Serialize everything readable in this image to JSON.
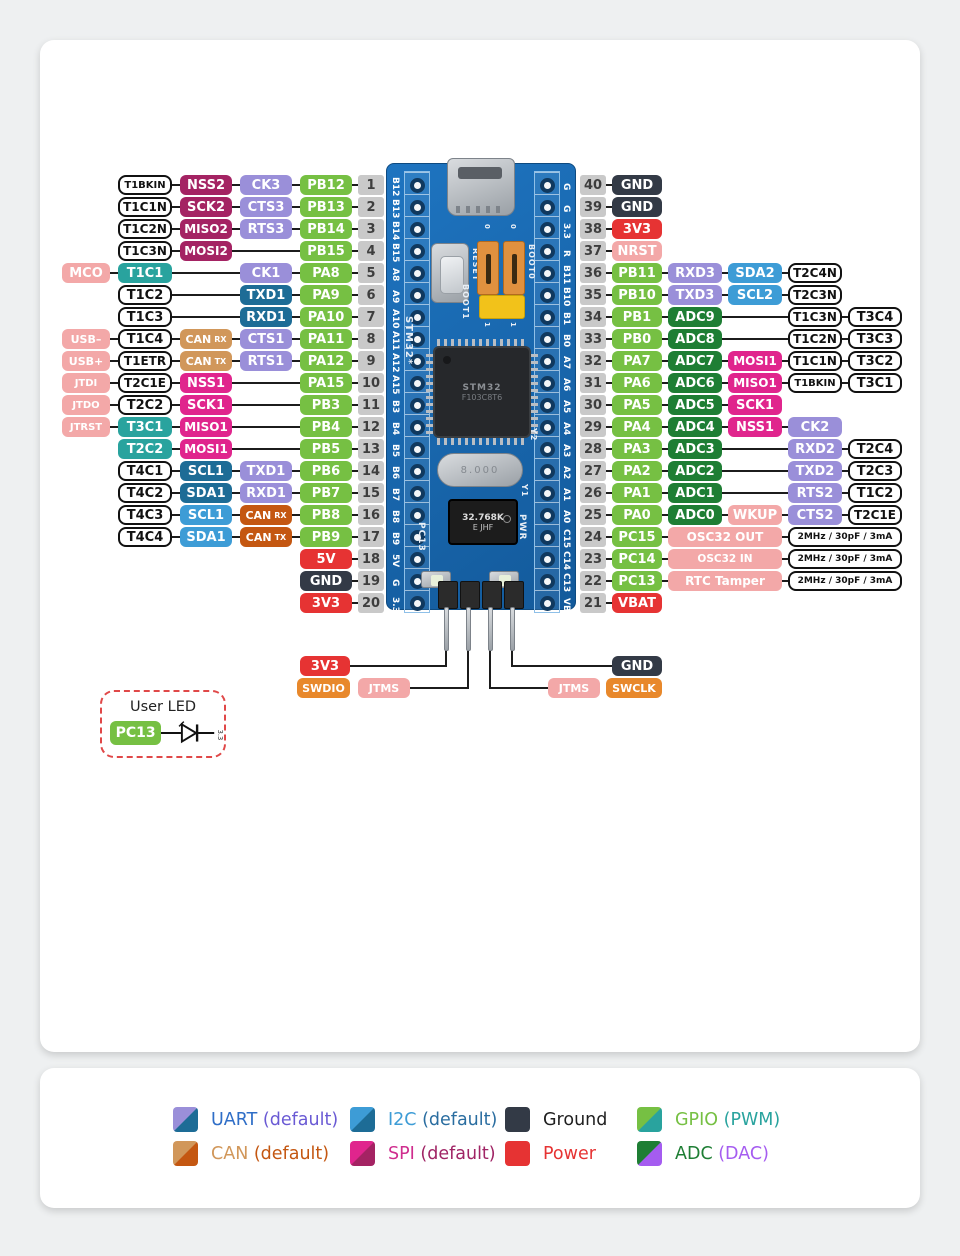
{
  "legend": {
    "items": [
      {
        "label": "UART",
        "suffix": "(default)",
        "sw": [
          "#9a8fd9",
          "#1d6c96"
        ],
        "label_color": "#2f6ec7",
        "suffix_color": "#6a5ad4"
      },
      {
        "label": "I2C",
        "suffix": "(default)",
        "sw": [
          "#3d9cd6",
          "#1d6c96"
        ],
        "label_color": "#3d9cd6",
        "suffix_color": "#2a6da0"
      },
      {
        "label": "Ground",
        "suffix": "",
        "sw": [
          "#333a46",
          "#333a46"
        ],
        "label_color": "#1f1f1f",
        "suffix_color": "#1f1f1f"
      },
      {
        "label": "GPIO",
        "suffix": "(PWM)",
        "sw": [
          "#76c043",
          "#29a39e"
        ],
        "label_color": "#76c043",
        "suffix_color": "#29a39e"
      },
      {
        "label": "CAN",
        "suffix": "(default)",
        "sw": [
          "#d1975a",
          "#c45711"
        ],
        "label_color": "#d1975a",
        "suffix_color": "#c45711"
      },
      {
        "label": "SPI",
        "suffix": "(default)",
        "sw": [
          "#e0258d",
          "#a42363"
        ],
        "label_color": "#cf2d8e",
        "suffix_color": "#a02465"
      },
      {
        "label": "Power",
        "suffix": "",
        "sw": [
          "#e63333",
          "#e63333"
        ],
        "label_color": "#e63333",
        "suffix_color": "#e63333"
      },
      {
        "label": "ADC",
        "suffix": "(DAC)",
        "sw": [
          "#1e7e34",
          "#a55cf0"
        ],
        "label_color": "#1e7e34",
        "suffix_color": "#a55cf0"
      }
    ]
  },
  "user_led": {
    "title": "User LED",
    "pin": "PC13",
    "rail": "3.3"
  },
  "debug_header": {
    "left": {
      "power": "3V3",
      "swd": "SWDIO",
      "jtag": "JTMS"
    },
    "right": {
      "ground": "GND",
      "jtag": "JTMS",
      "swd": "SWCLK"
    }
  },
  "board": {
    "left_pads": [
      "B12",
      "B13",
      "B14",
      "B15",
      "A8",
      "A9",
      "A10",
      "A11",
      "A12",
      "A15",
      "B3",
      "B4",
      "B5",
      "B6",
      "B7",
      "B8",
      "B9",
      "5V",
      "G",
      "3.3"
    ],
    "right_pads": [
      "G",
      "G",
      "3.3",
      "R",
      "B11",
      "B10",
      "B1",
      "B0",
      "A7",
      "A6",
      "A5",
      "A4",
      "A3",
      "A2",
      "A1",
      "A0",
      "C15",
      "C14",
      "C13",
      "VB"
    ],
    "silkscreen": {
      "stm32": "STM32*",
      "reset": "RESET",
      "boot0": "BOOT0",
      "boot1": "BOOT1",
      "zero": "0",
      "one": "1",
      "pc13": "PC13",
      "pwr": "PWR",
      "y1": "Y1",
      "y2": "Y2"
    },
    "mcu": {
      "line1": "STM32",
      "line2": "F103C8T6"
    },
    "crystal_lf": {
      "line1": "32.768K",
      "line2": "E JHF"
    },
    "crystal_hs": "8.000"
  },
  "left_rows": [
    {
      "num": "1",
      "cells": [
        {
          "col": "timer",
          "s": "timer",
          "t": "T1BKIN",
          "fs": 10
        },
        {
          "col": "c2",
          "s": "spi2",
          "t": "NSS2"
        },
        {
          "col": "c3",
          "s": "uart",
          "t": "CK3"
        },
        {
          "col": "port",
          "s": "gpio",
          "t": "PB12"
        }
      ]
    },
    {
      "num": "2",
      "cells": [
        {
          "col": "timer",
          "s": "timer",
          "t": "T1C1N"
        },
        {
          "col": "c2",
          "s": "spi2",
          "t": "SCK2"
        },
        {
          "col": "c3",
          "s": "uart",
          "t": "CTS3"
        },
        {
          "col": "port",
          "s": "gpio",
          "t": "PB13"
        }
      ]
    },
    {
      "num": "3",
      "cells": [
        {
          "col": "timer",
          "s": "timer",
          "t": "T1C2N"
        },
        {
          "col": "c2",
          "s": "spi2",
          "t": "MISO2"
        },
        {
          "col": "c3",
          "s": "uart",
          "t": "RTS3"
        },
        {
          "col": "port",
          "s": "gpio",
          "t": "PB14"
        }
      ]
    },
    {
      "num": "4",
      "cells": [
        {
          "col": "timer",
          "s": "timer",
          "t": "T1C3N"
        },
        {
          "col": "c2",
          "s": "spi2",
          "t": "MOSI2"
        },
        {
          "col": "port",
          "s": "gpio",
          "t": "PB15"
        }
      ]
    },
    {
      "num": "5",
      "cells": [
        {
          "col": "outer",
          "s": "misc",
          "t": "MCO"
        },
        {
          "col": "timer",
          "s": "teal",
          "t": "T1C1"
        },
        {
          "col": "c3",
          "s": "uart",
          "t": "CK1"
        },
        {
          "col": "port",
          "s": "gpio",
          "t": "PA8"
        }
      ]
    },
    {
      "num": "6",
      "cells": [
        {
          "col": "timer",
          "s": "timer",
          "t": "T1C2"
        },
        {
          "col": "c3",
          "s": "dblue",
          "t": "TXD1"
        },
        {
          "col": "port",
          "s": "gpio",
          "t": "PA9"
        }
      ]
    },
    {
      "num": "7",
      "cells": [
        {
          "col": "timer",
          "s": "timer",
          "t": "T1C3"
        },
        {
          "col": "c3",
          "s": "dblue",
          "t": "RXD1"
        },
        {
          "col": "port",
          "s": "gpio",
          "t": "PA10"
        }
      ]
    },
    {
      "num": "8",
      "cells": [
        {
          "col": "outer",
          "s": "misc",
          "t": "USB–",
          "fs": 11
        },
        {
          "col": "timer",
          "s": "timer",
          "t": "T1C4"
        },
        {
          "col": "c2",
          "s": "can",
          "t": "CAN RX"
        },
        {
          "col": "c3",
          "s": "uart",
          "t": "CTS1"
        },
        {
          "col": "port",
          "s": "gpio",
          "t": "PA11"
        }
      ]
    },
    {
      "num": "9",
      "cells": [
        {
          "col": "outer",
          "s": "misc",
          "t": "USB+",
          "fs": 11
        },
        {
          "col": "timer",
          "s": "timer",
          "t": "T1ETR"
        },
        {
          "col": "c2",
          "s": "can",
          "t": "CAN TX"
        },
        {
          "col": "c3",
          "s": "uart",
          "t": "RTS1"
        },
        {
          "col": "port",
          "s": "gpio",
          "t": "PA12"
        }
      ]
    },
    {
      "num": "10",
      "cells": [
        {
          "col": "outer",
          "s": "misc",
          "t": "JTDI",
          "fs": 10
        },
        {
          "col": "timer",
          "s": "timer",
          "t": "T2C1E"
        },
        {
          "col": "c2",
          "s": "spi",
          "t": "NSS1"
        },
        {
          "col": "port",
          "s": "gpio",
          "t": "PA15"
        }
      ]
    },
    {
      "num": "11",
      "cells": [
        {
          "col": "outer",
          "s": "misc",
          "t": "JTDO",
          "fs": 10
        },
        {
          "col": "timer",
          "s": "timer",
          "t": "T2C2"
        },
        {
          "col": "c2",
          "s": "spi",
          "t": "SCK1"
        },
        {
          "col": "port",
          "s": "gpio",
          "t": "PB3"
        }
      ]
    },
    {
      "num": "12",
      "cells": [
        {
          "col": "outer",
          "s": "misc",
          "t": "JTRST",
          "fs": 10
        },
        {
          "col": "timer",
          "s": "teal",
          "t": "T3C1"
        },
        {
          "col": "c2",
          "s": "spi",
          "t": "MISO1"
        },
        {
          "col": "port",
          "s": "gpio",
          "t": "PB4"
        }
      ]
    },
    {
      "num": "13",
      "cells": [
        {
          "col": "timer",
          "s": "teal",
          "t": "T2C2"
        },
        {
          "col": "c2",
          "s": "spi",
          "t": "MOSI1"
        },
        {
          "col": "port",
          "s": "gpio",
          "t": "PB5"
        }
      ]
    },
    {
      "num": "14",
      "cells": [
        {
          "col": "timer",
          "s": "timer",
          "t": "T4C1"
        },
        {
          "col": "c2",
          "s": "dblue",
          "t": "SCL1"
        },
        {
          "col": "c3",
          "s": "uart",
          "t": "TXD1"
        },
        {
          "col": "port",
          "s": "gpio",
          "t": "PB6"
        }
      ]
    },
    {
      "num": "15",
      "cells": [
        {
          "col": "timer",
          "s": "timer",
          "t": "T4C2"
        },
        {
          "col": "c2",
          "s": "dblue",
          "t": "SDA1"
        },
        {
          "col": "c3",
          "s": "uart",
          "t": "RXD1"
        },
        {
          "col": "port",
          "s": "gpio",
          "t": "PB7"
        }
      ]
    },
    {
      "num": "16",
      "cells": [
        {
          "col": "timer",
          "s": "timer",
          "t": "T4C3"
        },
        {
          "col": "c2",
          "s": "i2c",
          "t": "SCL1"
        },
        {
          "col": "c3",
          "s": "cand",
          "t": "CAN RX"
        },
        {
          "col": "port",
          "s": "gpio",
          "t": "PB8"
        }
      ]
    },
    {
      "num": "17",
      "cells": [
        {
          "col": "timer",
          "s": "timer",
          "t": "T4C4"
        },
        {
          "col": "c2",
          "s": "i2c",
          "t": "SDA1"
        },
        {
          "col": "c3",
          "s": "cand",
          "t": "CAN TX"
        },
        {
          "col": "port",
          "s": "gpio",
          "t": "PB9"
        }
      ]
    },
    {
      "num": "18",
      "cells": [
        {
          "col": "port",
          "s": "pwr",
          "t": "5V"
        }
      ]
    },
    {
      "num": "19",
      "cells": [
        {
          "col": "port",
          "s": "gnd",
          "t": "GND"
        }
      ]
    },
    {
      "num": "20",
      "cells": [
        {
          "col": "port",
          "s": "pwr",
          "t": "3V3"
        }
      ]
    }
  ],
  "right_rows": [
    {
      "num": "40",
      "cells": [
        {
          "col": "port",
          "s": "gnd",
          "t": "GND"
        }
      ]
    },
    {
      "num": "39",
      "cells": [
        {
          "col": "port",
          "s": "gnd",
          "t": "GND"
        }
      ]
    },
    {
      "num": "38",
      "cells": [
        {
          "col": "port",
          "s": "pwr",
          "t": "3V3"
        }
      ]
    },
    {
      "num": "37",
      "cells": [
        {
          "col": "port",
          "s": "misc",
          "t": "NRST"
        }
      ]
    },
    {
      "num": "36",
      "cells": [
        {
          "col": "port",
          "s": "gpio",
          "t": "PB11"
        },
        {
          "col": "c2",
          "s": "uart",
          "t": "RXD3"
        },
        {
          "col": "c3",
          "s": "i2c",
          "t": "SDA2"
        },
        {
          "col": "c4",
          "s": "timer",
          "t": "T2C4N"
        }
      ]
    },
    {
      "num": "35",
      "cells": [
        {
          "col": "port",
          "s": "gpio",
          "t": "PB10"
        },
        {
          "col": "c2",
          "s": "uart",
          "t": "TXD3"
        },
        {
          "col": "c3",
          "s": "i2c",
          "t": "SCL2"
        },
        {
          "col": "c4",
          "s": "timer",
          "t": "T2C3N"
        }
      ]
    },
    {
      "num": "34",
      "cells": [
        {
          "col": "port",
          "s": "gpio",
          "t": "PB1"
        },
        {
          "col": "c2",
          "s": "adc",
          "t": "ADC9"
        },
        {
          "col": "c4",
          "s": "timer",
          "t": "T1C3N"
        },
        {
          "col": "c5",
          "s": "timer",
          "t": "T3C4"
        }
      ]
    },
    {
      "num": "33",
      "cells": [
        {
          "col": "port",
          "s": "gpio",
          "t": "PB0"
        },
        {
          "col": "c2",
          "s": "adc",
          "t": "ADC8"
        },
        {
          "col": "c4",
          "s": "timer",
          "t": "T1C2N"
        },
        {
          "col": "c5",
          "s": "timer",
          "t": "T3C3"
        }
      ]
    },
    {
      "num": "32",
      "cells": [
        {
          "col": "port",
          "s": "gpio",
          "t": "PA7"
        },
        {
          "col": "c2",
          "s": "adc",
          "t": "ADC7"
        },
        {
          "col": "c3",
          "s": "spi",
          "t": "MOSI1"
        },
        {
          "col": "c4",
          "s": "timer",
          "t": "T1C1N"
        },
        {
          "col": "c5",
          "s": "timer",
          "t": "T3C2"
        }
      ]
    },
    {
      "num": "31",
      "cells": [
        {
          "col": "port",
          "s": "gpio",
          "t": "PA6"
        },
        {
          "col": "c2",
          "s": "adc",
          "t": "ADC6"
        },
        {
          "col": "c3",
          "s": "spi",
          "t": "MISO1"
        },
        {
          "col": "c4",
          "s": "timer",
          "t": "T1BKIN",
          "fs": 10
        },
        {
          "col": "c5",
          "s": "timer",
          "t": "T3C1"
        }
      ]
    },
    {
      "num": "30",
      "cells": [
        {
          "col": "port",
          "s": "gpio",
          "t": "PA5"
        },
        {
          "col": "c2",
          "s": "adc",
          "t": "ADC5"
        },
        {
          "col": "c3",
          "s": "spi",
          "t": "SCK1"
        }
      ]
    },
    {
      "num": "29",
      "cells": [
        {
          "col": "port",
          "s": "gpio",
          "t": "PA4"
        },
        {
          "col": "c2",
          "s": "adc",
          "t": "ADC4"
        },
        {
          "col": "c3",
          "s": "spi",
          "t": "NSS1"
        },
        {
          "col": "c4",
          "s": "uart",
          "t": "CK2"
        }
      ]
    },
    {
      "num": "28",
      "cells": [
        {
          "col": "port",
          "s": "gpio",
          "t": "PA3"
        },
        {
          "col": "c2",
          "s": "adc",
          "t": "ADC3"
        },
        {
          "col": "c4",
          "s": "uart",
          "t": "RXD2"
        },
        {
          "col": "c5",
          "s": "timer",
          "t": "T2C4"
        }
      ]
    },
    {
      "num": "27",
      "cells": [
        {
          "col": "port",
          "s": "gpio",
          "t": "PA2"
        },
        {
          "col": "c2",
          "s": "adc",
          "t": "ADC2"
        },
        {
          "col": "c4",
          "s": "uart",
          "t": "TXD2"
        },
        {
          "col": "c5",
          "s": "timer",
          "t": "T2C3"
        }
      ]
    },
    {
      "num": "26",
      "cells": [
        {
          "col": "port",
          "s": "gpio",
          "t": "PA1"
        },
        {
          "col": "c2",
          "s": "adc",
          "t": "ADC1"
        },
        {
          "col": "c4",
          "s": "uart",
          "t": "RTS2"
        },
        {
          "col": "c5",
          "s": "timer",
          "t": "T1C2"
        }
      ]
    },
    {
      "num": "25",
      "cells": [
        {
          "col": "port",
          "s": "gpio",
          "t": "PA0"
        },
        {
          "col": "c2",
          "s": "adc",
          "t": "ADC0"
        },
        {
          "col": "c3",
          "s": "misc",
          "t": "WKUP"
        },
        {
          "col": "c4",
          "s": "uart",
          "t": "CTS2"
        },
        {
          "col": "c5",
          "s": "timer",
          "t": "T2C1E"
        }
      ]
    },
    {
      "num": "24",
      "cells": [
        {
          "col": "port",
          "s": "gpio",
          "t": "PC15"
        },
        {
          "col": "span23",
          "s": "misc",
          "t": "OSC32 OUT"
        },
        {
          "col": "span45",
          "s": "note",
          "t": "2MHz / 30pF / 3mA"
        }
      ]
    },
    {
      "num": "23",
      "cells": [
        {
          "col": "port",
          "s": "gpio",
          "t": "PC14"
        },
        {
          "col": "span23",
          "s": "misc",
          "t": "OSC32 IN"
        },
        {
          "col": "span45",
          "s": "note",
          "t": "2MHz / 30pF / 3mA"
        }
      ]
    },
    {
      "num": "22",
      "cells": [
        {
          "col": "port",
          "s": "gpio",
          "t": "PC13"
        },
        {
          "col": "span23",
          "s": "misc",
          "t": "RTC Tamper"
        },
        {
          "col": "span45",
          "s": "note",
          "t": "2MHz / 30pF / 3mA"
        }
      ]
    },
    {
      "num": "21",
      "cells": [
        {
          "col": "port",
          "s": "pwr",
          "t": "VBAT"
        }
      ]
    }
  ]
}
